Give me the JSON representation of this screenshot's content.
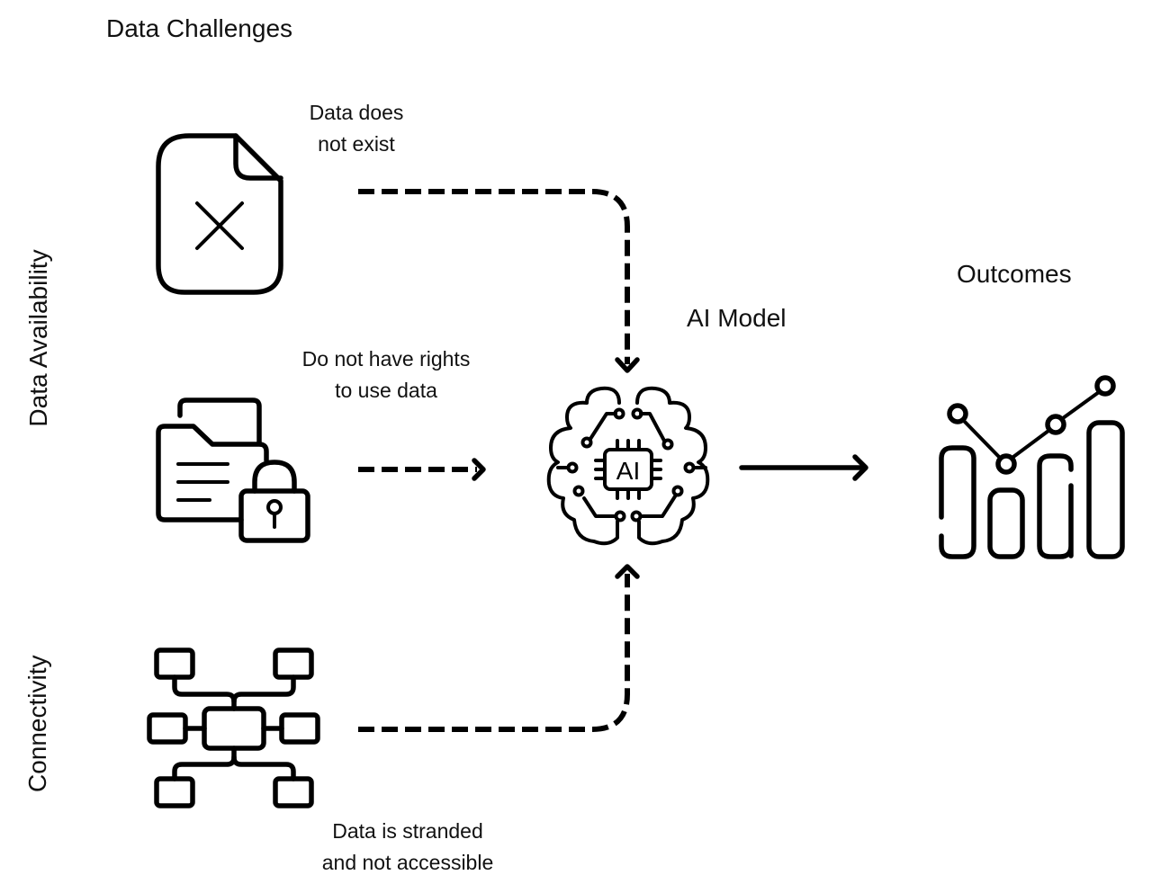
{
  "diagram": {
    "section_title": "Data Challenges",
    "row_labels": {
      "availability": "Data Availability",
      "connectivity": "Connectivity"
    },
    "challenges": [
      {
        "icon": "file-x-icon",
        "line1": "Data does",
        "line2": "not exist"
      },
      {
        "icon": "locked-folder-icon",
        "line1": "Do not have rights",
        "line2": "to use data"
      },
      {
        "icon": "network-hierarchy-icon",
        "line1": "Data is stranded",
        "line2": "and not accessible"
      }
    ],
    "model": {
      "label": "AI Model",
      "icon": "ai-brain-icon",
      "chip_text": "AI"
    },
    "outcomes": {
      "label": "Outcomes",
      "icon": "bar-line-chart-icon"
    }
  }
}
